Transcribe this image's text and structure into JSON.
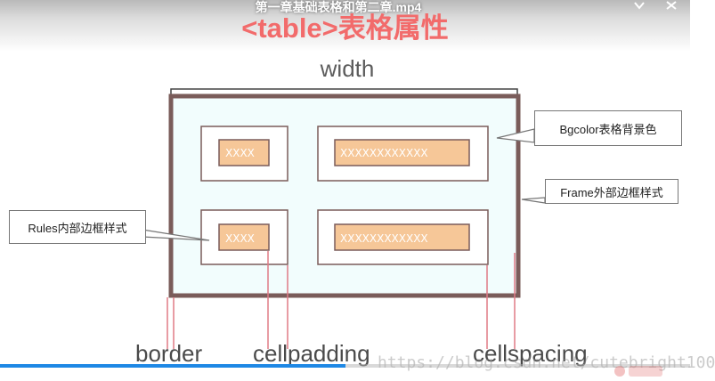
{
  "video": {
    "title": "第一章基础表格和第二章.mp4",
    "progress": 0.5
  },
  "slide": {
    "title": "<table>表格属性",
    "width_label": "width",
    "bottom_labels": {
      "border": "border",
      "cellpadding": "cellpadding",
      "cellspacing": "cellspacing"
    },
    "cells": [
      {
        "text": "XXXX"
      },
      {
        "text": "XXXXXXXXXXXX"
      },
      {
        "text": "XXXX"
      },
      {
        "text": "XXXXXXXXXXXX"
      }
    ],
    "callouts": {
      "bgcolor": "Bgcolor表格背景色",
      "frame": "Frame外部边框样式",
      "rules": "Rules内部边框样式"
    }
  },
  "watermark": "https://blog.csdn.net/cutebright100",
  "colors": {
    "title": "#f26b6b",
    "table_border": "#7a5c5a",
    "table_bg": "#f2fdfd",
    "cell_fill": "#f6c798",
    "guide_line": "#e07a86"
  }
}
